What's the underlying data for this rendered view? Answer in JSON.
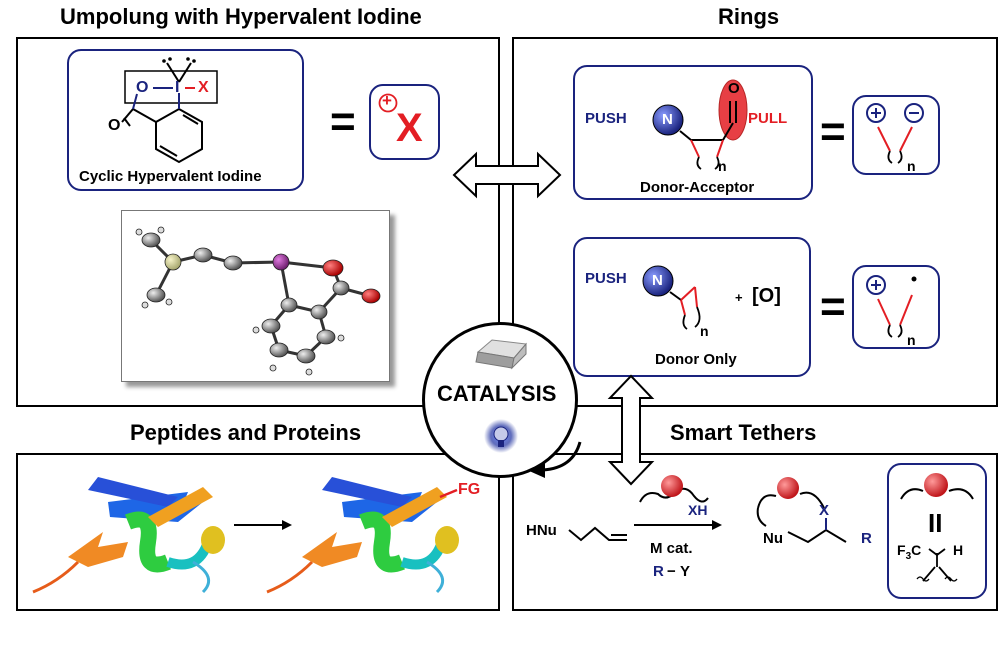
{
  "sections": {
    "top_left_title": "Umpolung with Hypervalent Iodine",
    "top_right_title": "Rings",
    "bottom_left_title": "Peptides and Proteins",
    "bottom_right_title": "Smart Tethers",
    "center_label": "CATALYSIS"
  },
  "iodine": {
    "caption": "Cyclic Hypervalent Iodine",
    "atom_O": "O",
    "atom_I": "I",
    "atom_X": "X",
    "carbonyl_O": "O",
    "equals": "=",
    "x_symbol": "X",
    "plus": "+"
  },
  "rings": {
    "push_label": "PUSH",
    "pull_label": "PULL",
    "n_atom": "N",
    "carbonyl_O": "O",
    "sub_n": "n",
    "donor_acceptor_caption": "Donor-Acceptor",
    "donor_only_caption": "Donor Only",
    "plus_sign": "+",
    "oxidant": "[O]",
    "equals": "="
  },
  "tethers": {
    "reagent": "HNu",
    "catalyst": "M cat.",
    "xh": "XH",
    "r_y_r": "R",
    "r_y_dash": "−",
    "r_y_y": "Y",
    "product_nu": "Nu",
    "product_x": "X",
    "product_r": "R",
    "equals_mark": "II",
    "cf3": "F",
    "cf3_sub": "3",
    "cf3_c": "C",
    "h_atom": "H"
  },
  "peptides": {
    "fg_label": "FG"
  },
  "colors": {
    "navy": "#1a237e",
    "red": "#e31e24",
    "black": "#000000"
  }
}
